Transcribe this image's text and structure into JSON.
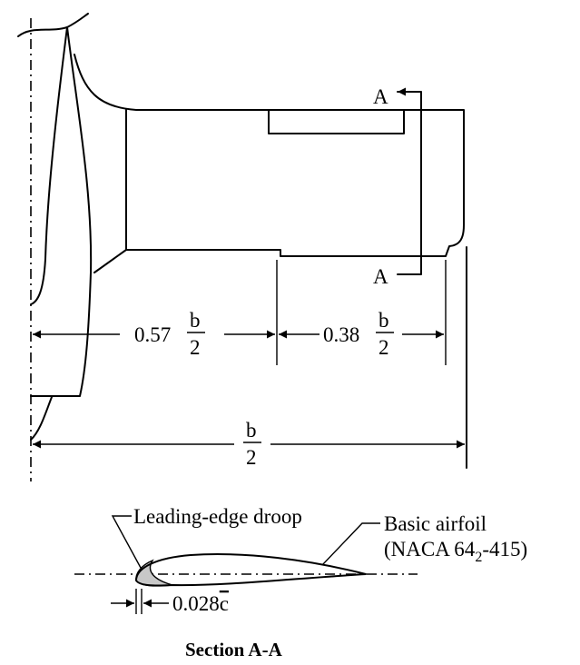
{
  "section_marker": "A",
  "dimensions": {
    "inboard": {
      "coefficient": "0.57",
      "numerator": "b",
      "denominator": "2"
    },
    "outboard": {
      "coefficient": "0.38",
      "numerator": "b",
      "denominator": "2"
    },
    "semispan": {
      "numerator": "b",
      "denominator": "2"
    }
  },
  "section": {
    "droop_label": "Leading-edge droop",
    "airfoil_label_line1": "Basic airfoil",
    "airfoil_label_line2_prefix": "(NACA 64",
    "airfoil_label_line2_subscript": "2",
    "airfoil_label_line2_suffix": "-415)",
    "droop_dim_value": "0.028",
    "droop_dim_unit": "c",
    "title": "Section A-A"
  }
}
